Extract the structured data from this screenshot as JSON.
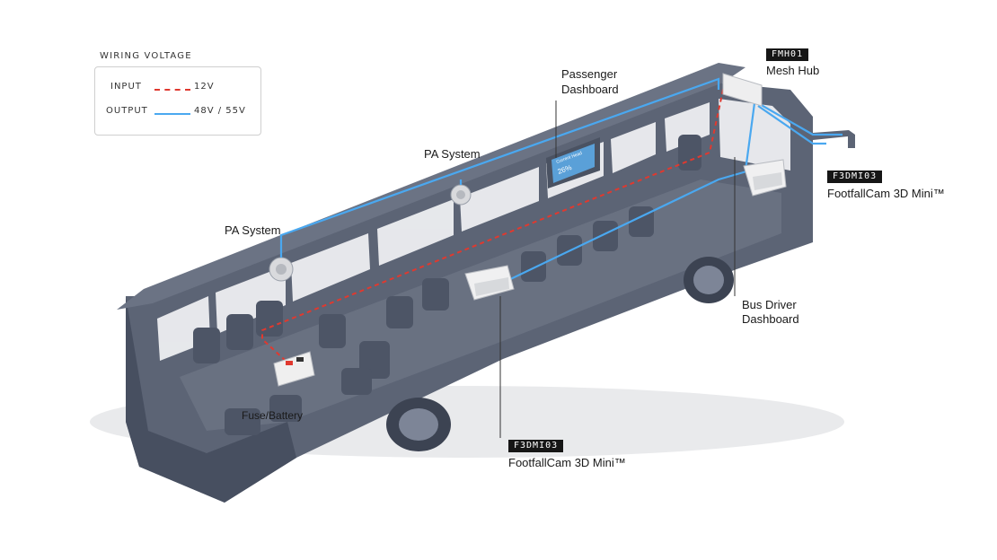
{
  "legend": {
    "title": "WIRING VOLTAGE",
    "input_label": "INPUT",
    "input_value": "12V",
    "output_label": "OUTPUT",
    "output_value": "48V / 55V",
    "input_color": "#e0392f",
    "output_color": "#4aa8f0"
  },
  "callouts": {
    "mesh_hub_tag": "FMH01",
    "mesh_hub_label": "Mesh Hub",
    "passenger_dashboard_line1": "Passenger",
    "passenger_dashboard_line2": "Dashboard",
    "pa_system_upper": "PA System",
    "pa_system_lower": "PA System",
    "front_camera_tag": "F3DMI03",
    "front_camera_label": "FootfallCam 3D Mini™",
    "bus_driver_line1": "Bus Driver",
    "bus_driver_line2": "Dashboard",
    "fuse_battery_label": "Fuse/Battery",
    "middle_camera_tag": "F3DMI03",
    "middle_camera_label": "FootfallCam 3D Mini™"
  },
  "screen": {
    "title": "Current Head",
    "value": "26%"
  },
  "colors": {
    "bus_body": "#5c6475",
    "bus_dark": "#474f60",
    "bus_light": "#7a8294",
    "window": "#f2f3f5"
  }
}
